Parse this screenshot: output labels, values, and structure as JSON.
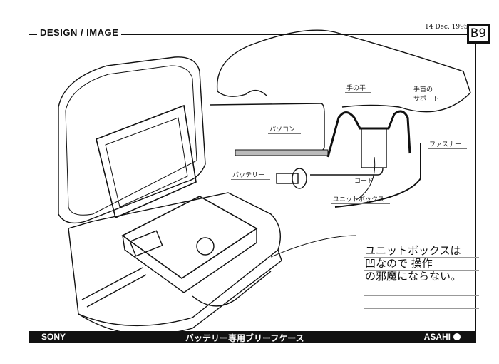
{
  "header": {
    "title": "DESIGN / IMAGE",
    "date": "14 Dec. 1995",
    "page_number": "B9"
  },
  "callouts": {
    "palm": "手の平",
    "wrist_support_1": "手首の",
    "wrist_support_2": "サポート",
    "pc": "パソコン",
    "fastener": "ファスナー",
    "battery": "バッテリー",
    "cord": "コード",
    "unit_box": "ユニットボックス"
  },
  "note": {
    "lines": [
      "ユニットボックスは",
      "凹なので 操作",
      "の邪魔にならない。"
    ]
  },
  "footer": {
    "brand": "SONY",
    "product": "バッテリー専用ブリーフケース",
    "studio": "ASAHI"
  }
}
